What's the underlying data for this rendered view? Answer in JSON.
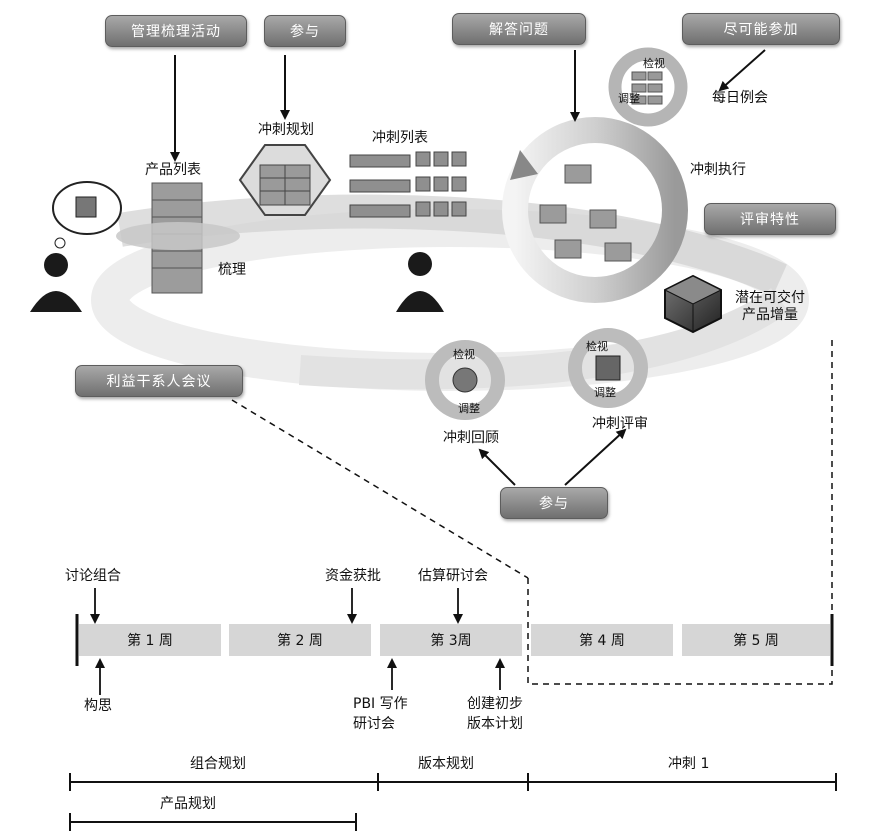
{
  "top_tags": {
    "manage_backlog": "管理梳理活动",
    "participate_top": "参与",
    "answer_questions": "解答问题",
    "try_join": "尽可能参加",
    "review_features": "评审特性",
    "stakeholder_meeting": "利益干系人会议",
    "participate_bottom": "参与"
  },
  "labels": {
    "sprint_planning": "冲刺规划",
    "product_backlog": "产品列表",
    "grooming": "梳理",
    "sprint_backlog": "冲刺列表",
    "daily_scrum": "每日例会",
    "sprint_execution": "冲刺执行",
    "increment": "潜在可交付\n产品增量",
    "sprint_retro": "冲刺回顾",
    "sprint_review": "冲刺评审",
    "inspect": "检视",
    "adapt": "调整"
  },
  "timeline": {
    "weeks": [
      "第 1 周",
      "第 2 周",
      "第 3周",
      "第 4 周",
      "第 5 周"
    ],
    "above": {
      "discuss_portfolio": "讨论组合",
      "funding_approved": "资金获批",
      "estimation_workshop": "估算研讨会"
    },
    "below": {
      "concept": "构思",
      "pbi_workshop": "PBI 写作\n研讨会",
      "release_plan": "创建初步\n版本计划"
    }
  },
  "spans": {
    "portfolio_planning": "组合规划",
    "release_planning": "版本规划",
    "sprint1": "冲刺 1",
    "product_planning": "产品规划"
  }
}
